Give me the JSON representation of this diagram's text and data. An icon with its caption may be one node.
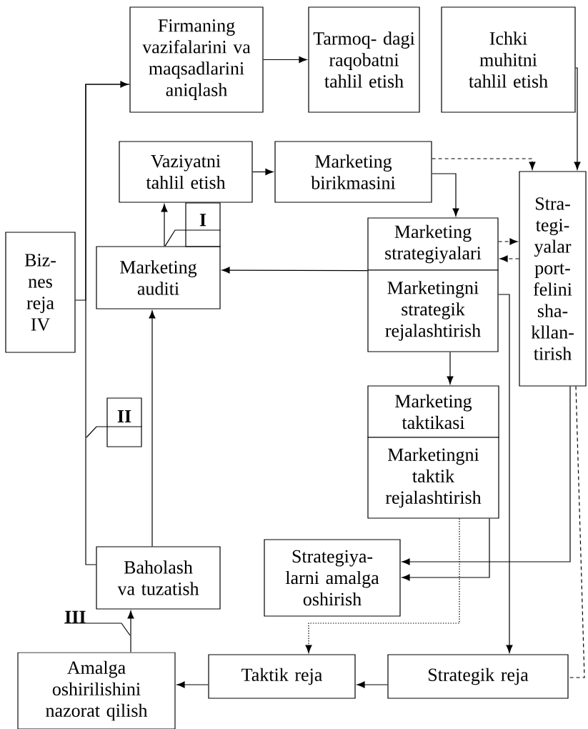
{
  "diagram": {
    "nodes": [
      {
        "text": [
          "Firmaning vazifalarini va maqsadlarini aniqlash"
        ]
      },
      {
        "text": [
          "Tarmoq- dagi raqobatni tahlil etish"
        ]
      },
      {
        "text": [
          "Ichki muhitni tahlil etish"
        ]
      },
      {
        "text": [
          "Vaziyatni tahlil etish"
        ]
      },
      {
        "text": [
          "Marketing birikmasini"
        ]
      },
      {
        "text": [
          "Stra- tegi- yalar port- felini sha- kllan- tirish"
        ]
      },
      {
        "text": [
          "Marketing strategiyalari"
        ]
      },
      {
        "text": [
          "Marketingni strategik rejalashtirish"
        ]
      },
      {
        "text": [
          "Marketing taktikasi"
        ]
      },
      {
        "text": [
          "Marketingni taktik rejalashtirish"
        ]
      },
      {
        "text": [
          "Biz- nes reja IV"
        ]
      },
      {
        "text": [
          "Marketing auditi"
        ]
      },
      {
        "text": [
          "I"
        ]
      },
      {
        "text": [
          "II"
        ]
      },
      {
        "text": [
          "Baholash va tuzatish"
        ]
      },
      {
        "text": [
          "Strategiya- larni amalga oshirish"
        ]
      },
      {
        "text": [
          "III"
        ]
      },
      {
        "text": [
          "Amalga oshirilishini nazorat qilish"
        ]
      },
      {
        "text": [
          "Taktik reja"
        ]
      },
      {
        "text": [
          "Strategik reja"
        ]
      }
    ],
    "edges": [
      {
        "from": 0,
        "to": 1,
        "arrow": "to"
      },
      {
        "from": 14,
        "to": 0,
        "arrow": "to"
      },
      {
        "from": 10,
        "to": 0,
        "arrow": "none"
      },
      {
        "from": 2,
        "to": 5,
        "arrow": "to"
      },
      {
        "from": 3,
        "to": 4,
        "arrow": "to"
      },
      {
        "from": 4,
        "to": 5,
        "arrow": "to",
        "style": "dashed"
      },
      {
        "from": 4,
        "to": 6,
        "arrow": "to"
      },
      {
        "from": 11,
        "to": 3,
        "arrow": "to"
      },
      {
        "from": 6,
        "to": 5,
        "arrow": "to",
        "style": "dashed"
      },
      {
        "from": 5,
        "to": 6,
        "arrow": "to",
        "style": "dashed"
      },
      {
        "from": 6,
        "to": 11,
        "arrow": "to"
      },
      {
        "from": 7,
        "to": 8,
        "arrow": "to"
      },
      {
        "from": 7,
        "to": 19,
        "arrow": "to"
      },
      {
        "from": 9,
        "to": 15,
        "arrow": "to"
      },
      {
        "from": 5,
        "to": 15,
        "arrow": "to"
      },
      {
        "from": 9,
        "to": 18,
        "arrow": "to",
        "style": "dashed"
      },
      {
        "from": 5,
        "to": 19,
        "arrow": "none",
        "style": "dashed"
      },
      {
        "from": 19,
        "to": 18,
        "arrow": "to"
      },
      {
        "from": 18,
        "to": 17,
        "arrow": "to"
      },
      {
        "from": 17,
        "to": 14,
        "arrow": "to"
      },
      {
        "from": 14,
        "to": 11,
        "arrow": "to"
      },
      {
        "from": 12,
        "to": 11,
        "arrow": "none"
      },
      {
        "from": 13,
        "to": null,
        "arrow": "none"
      },
      {
        "from": 16,
        "to": null,
        "arrow": "none"
      }
    ]
  }
}
